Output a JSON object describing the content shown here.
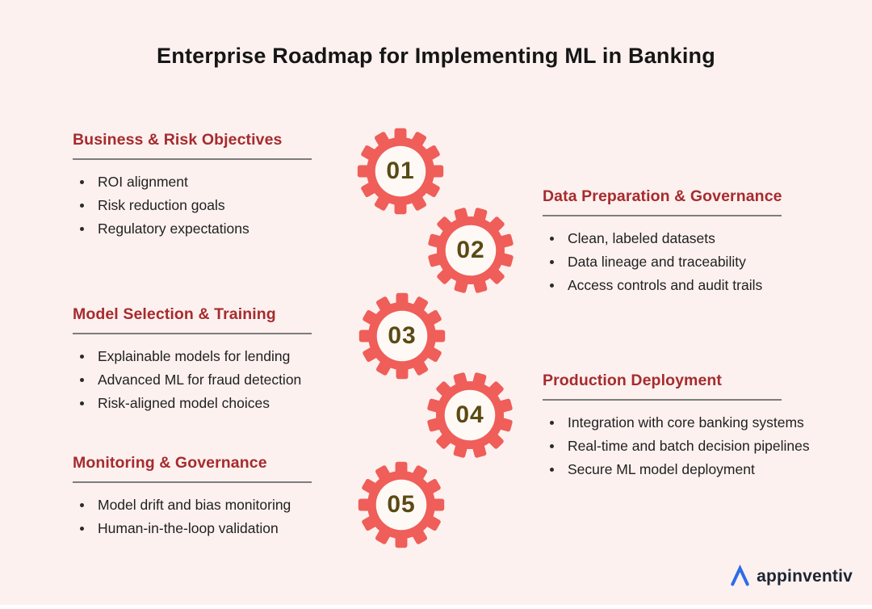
{
  "title": "Enterprise Roadmap for Implementing ML in Banking",
  "sections": [
    {
      "step": "01",
      "heading": "Business & Risk Objectives",
      "bullets": [
        "ROI alignment",
        "Risk reduction goals",
        "Regulatory expectations"
      ]
    },
    {
      "step": "02",
      "heading": "Data Preparation & Governance",
      "bullets": [
        "Clean, labeled datasets",
        "Data lineage and traceability",
        "Access controls and audit trails"
      ]
    },
    {
      "step": "03",
      "heading": "Model Selection & Training",
      "bullets": [
        "Explainable models for lending",
        "Advanced ML for fraud detection",
        "Risk-aligned model choices"
      ]
    },
    {
      "step": "04",
      "heading": "Production Deployment",
      "bullets": [
        "Integration with core banking systems",
        "Real-time and batch decision pipelines",
        "Secure ML model deployment"
      ]
    },
    {
      "step": "05",
      "heading": "Monitoring & Governance",
      "bullets": [
        "Model drift and bias monitoring",
        "Human-in-the-loop validation"
      ]
    }
  ],
  "logo": {
    "brand": "appinventiv"
  },
  "colors": {
    "background": "#FCF1EF",
    "heading_red": "#A62B2E",
    "gear_coral": "#EF5E59",
    "gear_center": "#FFF9F6",
    "step_number": "#5A4A13",
    "body_text": "#212121",
    "divider_gray": "#7E7C7B",
    "logo_blue": "#2D6BEA",
    "logo_text": "#1D2433"
  }
}
